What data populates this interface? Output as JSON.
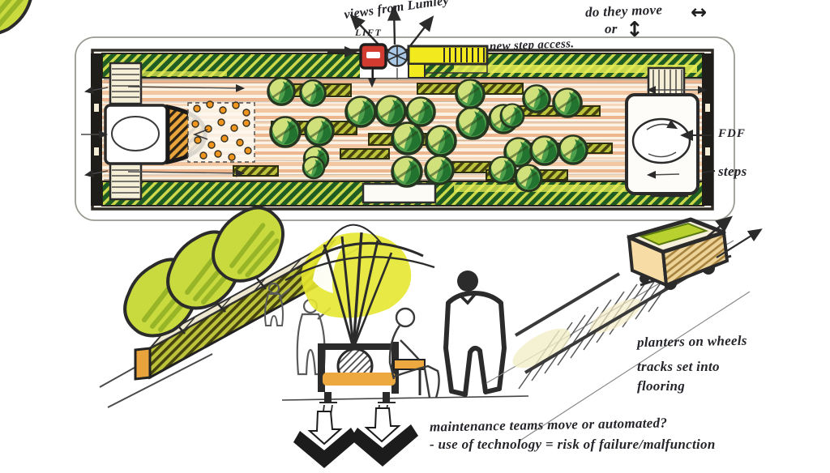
{
  "document": {
    "kind": "hand-drawn concept sketch",
    "subject": "linear garden bridge plan with movable tree planters"
  },
  "plan_labels": {
    "views": "views from Lumley",
    "lift": "LIFT",
    "new_step_access": "new step access.",
    "do_they_move": "do they move",
    "or": "or",
    "move_horizontal_icon": "↔",
    "move_vertical_icon": "↕",
    "fdf": "FDF",
    "steps": "steps"
  },
  "sketch_notes": {
    "planters_on_wheels": "planters on wheels",
    "tracks_line1": "tracks set into",
    "tracks_line2": "flooring",
    "maintenance_question": "maintenance teams move or automated?",
    "technology_risk": "- use of technology = risk of failure/malfunction"
  },
  "colors": {
    "planting_band_green": "#1e5c24",
    "planting_band_yellow": "#cdd94b",
    "deck_peach": "#f2c6a0",
    "tree_green": "#4d9f4c",
    "tree_dark": "#1f6e2e",
    "tree_light": "#d7e47d",
    "foliage_yellow": "#e6e730",
    "planter_olive": "#bcc23a",
    "planter_tan": "#f7dca6",
    "seat_orange": "#eda93f",
    "lift_red": "#d23b2f",
    "viewpoint_blue": "#a9c9e6",
    "step_yellow": "#f2ea1f",
    "ink": "#2b2b2b"
  }
}
